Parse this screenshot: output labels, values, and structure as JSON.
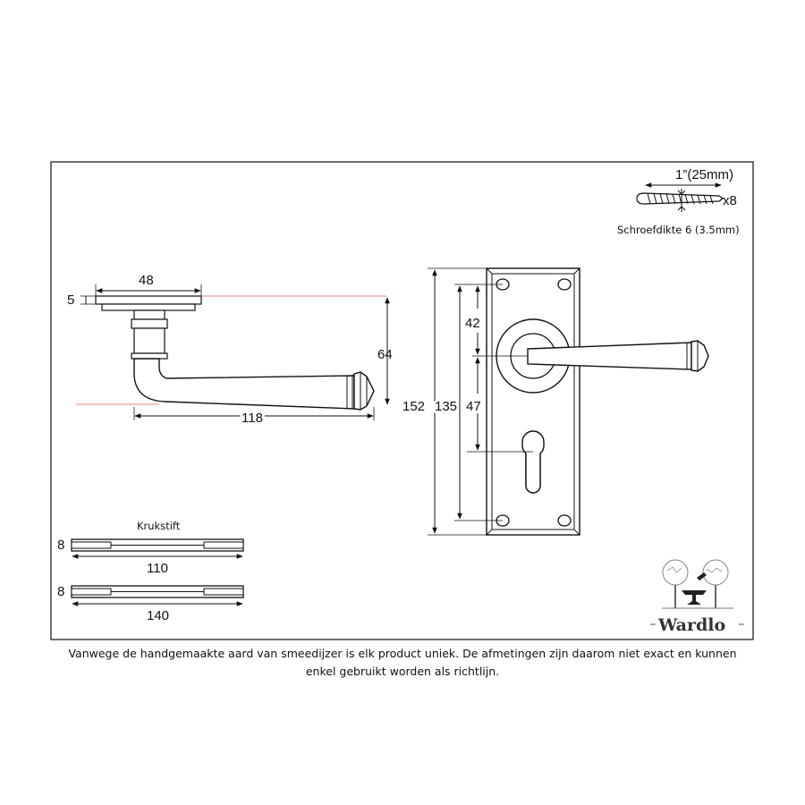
{
  "screw": {
    "length_label": "1”(25mm)",
    "count_label": "x8",
    "thickness_label": "Schroefdikte 6 (3.5mm)"
  },
  "lever": {
    "rose_width": "48",
    "rose_thickness": "5",
    "height": "64",
    "length": "118"
  },
  "backplate": {
    "overall_height": "152",
    "fixing_centres": "135",
    "top_to_spindle": "42",
    "spindle_to_cylinder": "47"
  },
  "spindles": {
    "title": "Krukstift",
    "items": [
      {
        "size": "8",
        "length": "110"
      },
      {
        "size": "8",
        "length": "140"
      }
    ]
  },
  "brand": {
    "name": "Wardlo"
  },
  "disclaimer": "Vanwege de handgemaakte aard van smeedijzer is elk product uniek. De afmetingen zijn daarom niet exact en kunnen enkel gebruikt worden als richtlijn.",
  "colors": {
    "line": "#111111",
    "guide": "#e05050"
  }
}
